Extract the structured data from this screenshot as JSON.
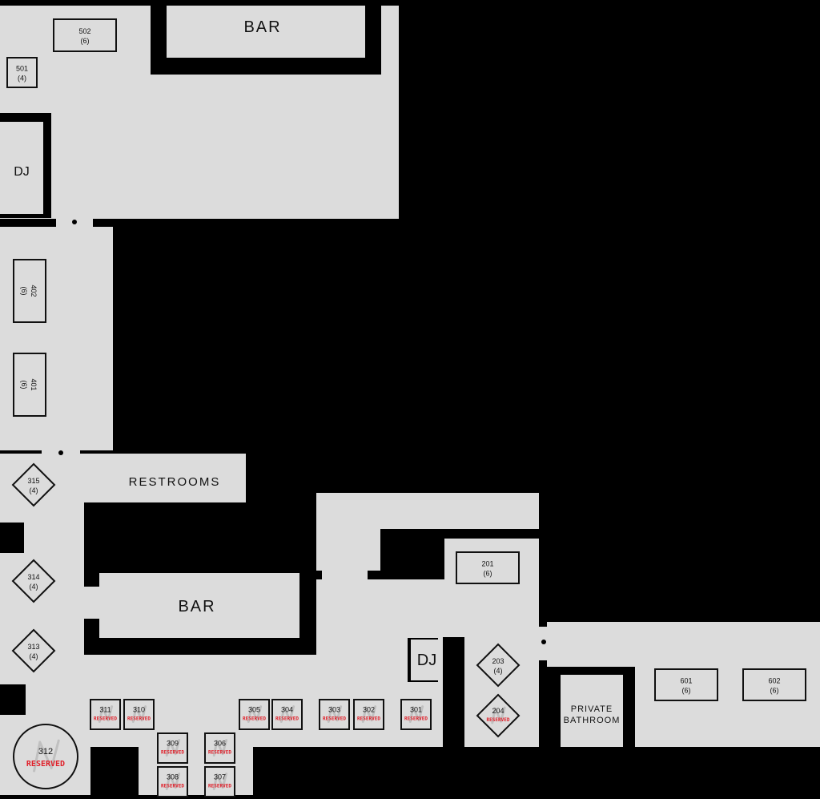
{
  "rooms": {
    "bar_top": "BAR",
    "dj_top": "DJ",
    "restrooms": "RESTROOMS",
    "bar_middle": "BAR",
    "dj_bottom": "DJ",
    "private_bathroom_line1": "PRIVATE",
    "private_bathroom_line2": "BATHROOM"
  },
  "reserved_label": "RESERVED",
  "colors": {
    "floor": "#dcdcdc",
    "wall": "#000000",
    "reserved": "#e0202a"
  },
  "tables": [
    {
      "id": "502",
      "seats": "(6)",
      "shape": "rect",
      "reserved": false
    },
    {
      "id": "501",
      "seats": "(4)",
      "shape": "rect",
      "reserved": false
    },
    {
      "id": "402",
      "seats": "(6)",
      "shape": "rect-vertical",
      "reserved": false
    },
    {
      "id": "401",
      "seats": "(6)",
      "shape": "rect-vertical",
      "reserved": false
    },
    {
      "id": "315",
      "seats": "(4)",
      "shape": "diamond",
      "reserved": false
    },
    {
      "id": "314",
      "seats": "(4)",
      "shape": "diamond",
      "reserved": false
    },
    {
      "id": "313",
      "seats": "(4)",
      "shape": "diamond",
      "reserved": false
    },
    {
      "id": "312",
      "seats": "",
      "shape": "circle",
      "reserved": true
    },
    {
      "id": "311",
      "seats": "",
      "shape": "square",
      "reserved": true
    },
    {
      "id": "310",
      "seats": "",
      "shape": "square",
      "reserved": true
    },
    {
      "id": "309",
      "seats": "",
      "shape": "square",
      "reserved": true
    },
    {
      "id": "308",
      "seats": "",
      "shape": "square",
      "reserved": true
    },
    {
      "id": "306",
      "seats": "",
      "shape": "square",
      "reserved": true
    },
    {
      "id": "307",
      "seats": "",
      "shape": "square",
      "reserved": true
    },
    {
      "id": "305",
      "seats": "",
      "shape": "square",
      "reserved": true
    },
    {
      "id": "304",
      "seats": "",
      "shape": "square",
      "reserved": true
    },
    {
      "id": "303",
      "seats": "",
      "shape": "square",
      "reserved": true
    },
    {
      "id": "302",
      "seats": "",
      "shape": "square",
      "reserved": true
    },
    {
      "id": "301",
      "seats": "",
      "shape": "square",
      "reserved": true
    },
    {
      "id": "201",
      "seats": "(6)",
      "shape": "rect",
      "reserved": false
    },
    {
      "id": "203",
      "seats": "(4)",
      "shape": "diamond",
      "reserved": false
    },
    {
      "id": "204",
      "seats": "",
      "shape": "diamond",
      "reserved": true
    },
    {
      "id": "601",
      "seats": "(6)",
      "shape": "rect",
      "reserved": false
    },
    {
      "id": "602",
      "seats": "(6)",
      "shape": "rect",
      "reserved": false
    }
  ]
}
